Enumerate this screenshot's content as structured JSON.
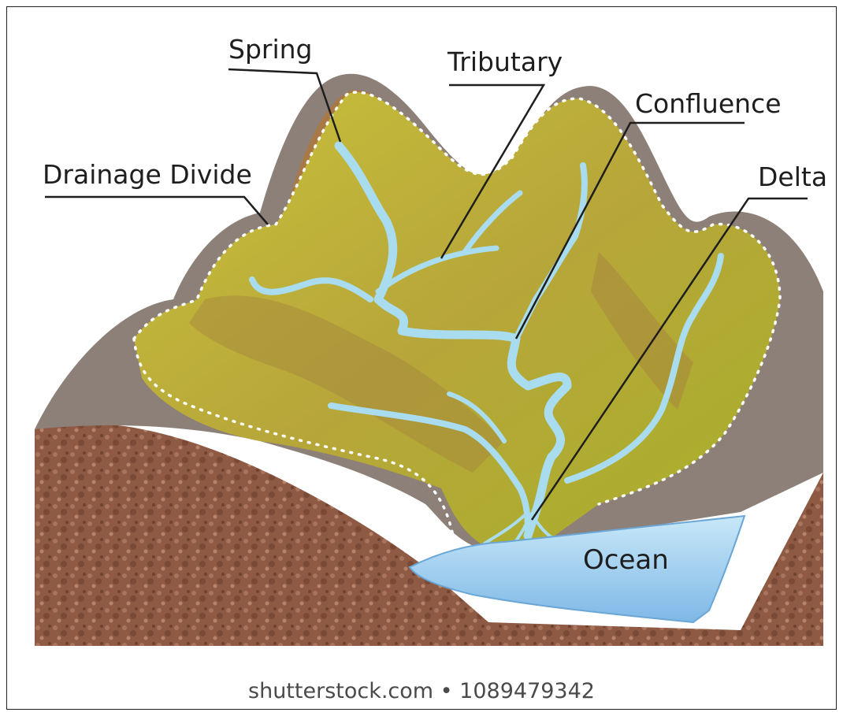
{
  "diagram": {
    "labels": {
      "spring": "Spring",
      "tributary": "Tributary",
      "confluence": "Confluence",
      "drainage_divide": "Drainage Divide",
      "delta": "Delta",
      "ocean": "Ocean"
    },
    "watermark": "shutterstock.com • 1089479342",
    "colors": {
      "soil": "#8e5a44",
      "rock": "#8a7c74",
      "slope_green": "#b8b62a",
      "slope_brown": "#a77a45",
      "river": "#a9dcef",
      "ocean": "#9fd0ee"
    }
  }
}
